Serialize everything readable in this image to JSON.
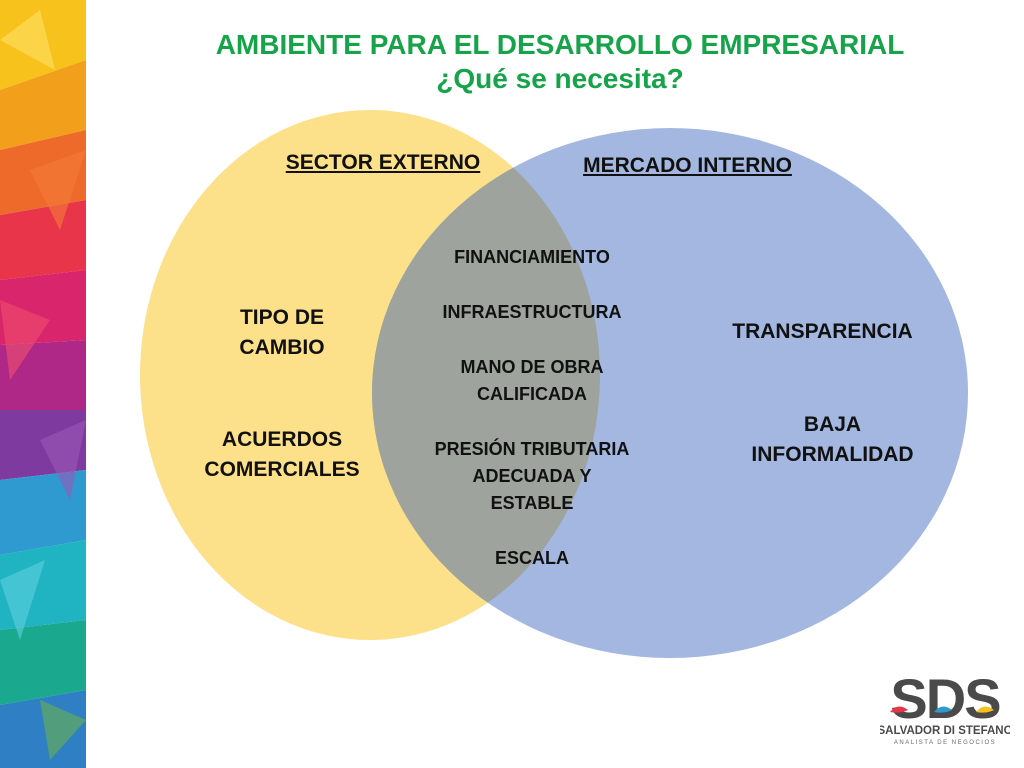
{
  "slide": {
    "title_line1": "AMBIENTE PARA EL DESARROLLO EMPRESARIAL",
    "title_line2": "¿Qué se necesita?"
  },
  "colors": {
    "title": "#16a34a",
    "left_circle": "#fde08a",
    "right_circle": "#a3b7e0",
    "overlap": "#9ea49d"
  },
  "venn": {
    "left": {
      "header": "SECTOR EXTERNO",
      "items": [
        "TIPO DE\nCAMBIO",
        "ACUERDOS\nCOMERCIALES"
      ]
    },
    "right": {
      "header": "MERCADO INTERNO",
      "items": [
        "TRANSPARENCIA",
        "BAJA\nINFORMALIDAD"
      ]
    },
    "intersection": {
      "items": [
        "FINANCIAMIENTO",
        "INFRAESTRUCTURA",
        "MANO DE OBRA\nCALIFICADA",
        "PRESIÓN TRIBUTARIA\nADECUADA Y\nESTABLE",
        "ESCALA"
      ]
    }
  },
  "logo": {
    "letters": "SDS",
    "name": "SALVADOR DI STEFANO",
    "tagline": "ANALISTA DE NEGOCIOS"
  }
}
